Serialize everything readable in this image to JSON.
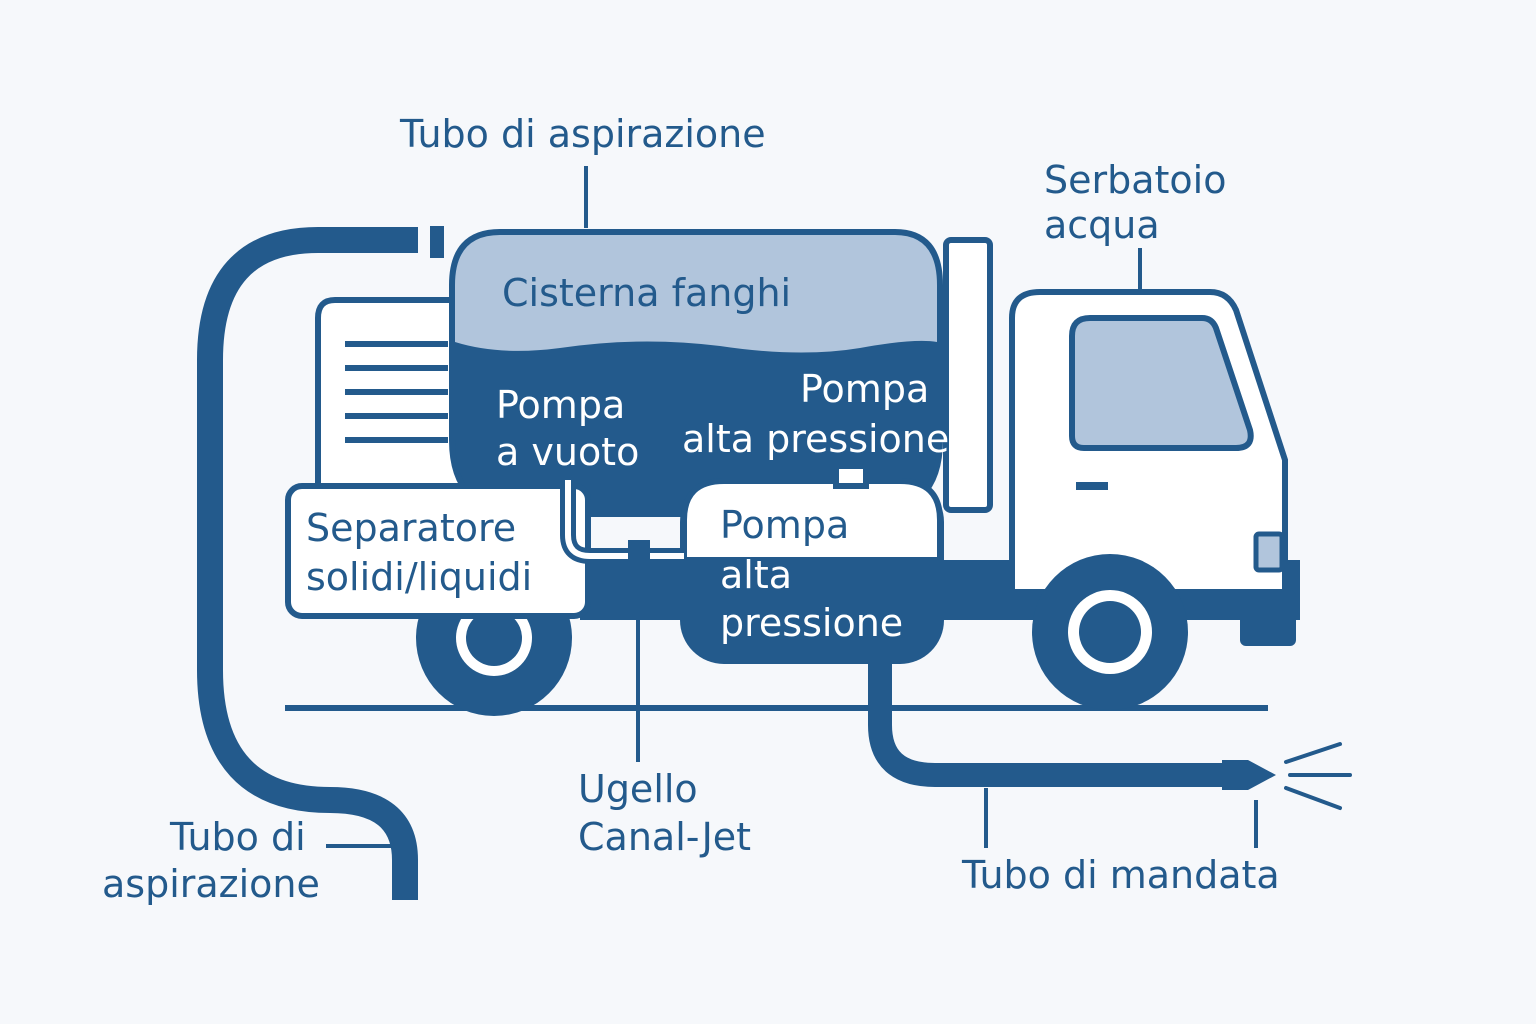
{
  "diagram": {
    "labels": {
      "top_suction_hose": "Tubo di aspirazione",
      "water_tank_line1": "Serbatoio",
      "water_tank_line2": "acqua",
      "sludge_tank": "Cisterna fanghi",
      "vacuum_pump_line1": "Pompa",
      "vacuum_pump_line2": "a vuoto",
      "hp_pump_upper_line1": "Pompa",
      "hp_pump_upper_line2": "alta pressione",
      "separator_line1": "Separatore",
      "separator_line2": "solidi/liquidi",
      "hp_pump_lower_line1": "Pompa",
      "hp_pump_lower_line2": "alta",
      "hp_pump_lower_line3": "pressione",
      "nozzle_line1": "Ugello",
      "nozzle_line2": "Canal-Jet",
      "bottom_suction_line1": "Tubo di",
      "bottom_suction_line2": "aspirazione",
      "delivery_hose": "Tubo di mandata"
    },
    "colors": {
      "primary": "#235a8c",
      "light": "#b1c5dc",
      "background": "#f6f8fb",
      "white": "#ffffff"
    }
  }
}
